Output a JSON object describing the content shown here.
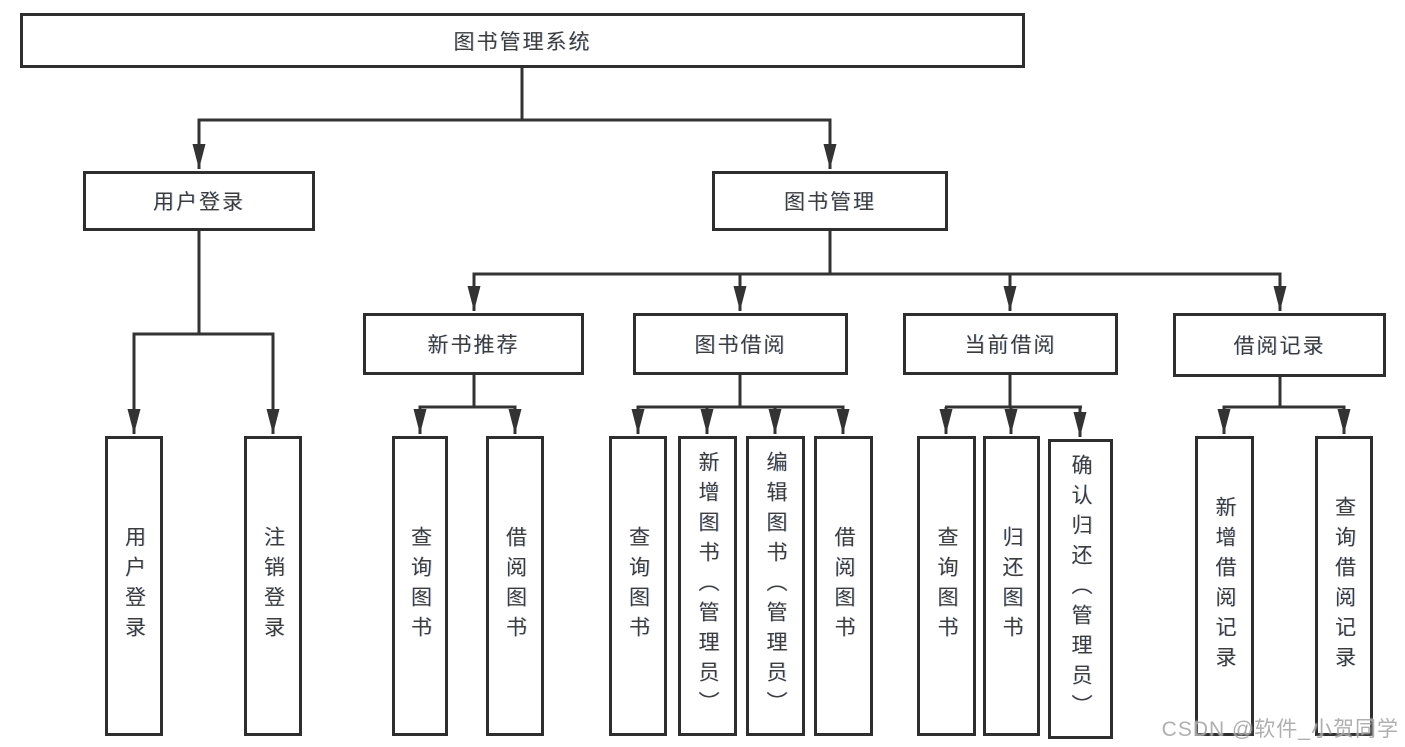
{
  "diagram_type": "hierarchy-tree",
  "tree": {
    "root": "图书管理系统",
    "user_login": {
      "label": "用户登录",
      "children": [
        "用户登录",
        "注销登录"
      ]
    },
    "book_management": {
      "label": "图书管理",
      "children": {
        "new_book_recommend": {
          "label": "新书推荐",
          "children": [
            "查询图书",
            "借阅图书"
          ]
        },
        "book_borrow": {
          "label": "图书借阅",
          "children": [
            "查询图书",
            "新增图书（管理员）",
            "编辑图书（管理员）",
            "借阅图书"
          ]
        },
        "current_borrow": {
          "label": "当前借阅",
          "children": [
            "查询图书",
            "归还图书",
            "确认归还（管理员）"
          ]
        },
        "borrow_records": {
          "label": "借阅记录",
          "children": [
            "新增借阅记录",
            "查询借阅记录"
          ]
        }
      }
    }
  },
  "colors": {
    "line": "#333333",
    "border": "#2e2e2e",
    "text": "#3c3c3c",
    "watermark": "#9e9e9e"
  },
  "watermark": {
    "text": "CSDN @软件_小贺同学"
  }
}
